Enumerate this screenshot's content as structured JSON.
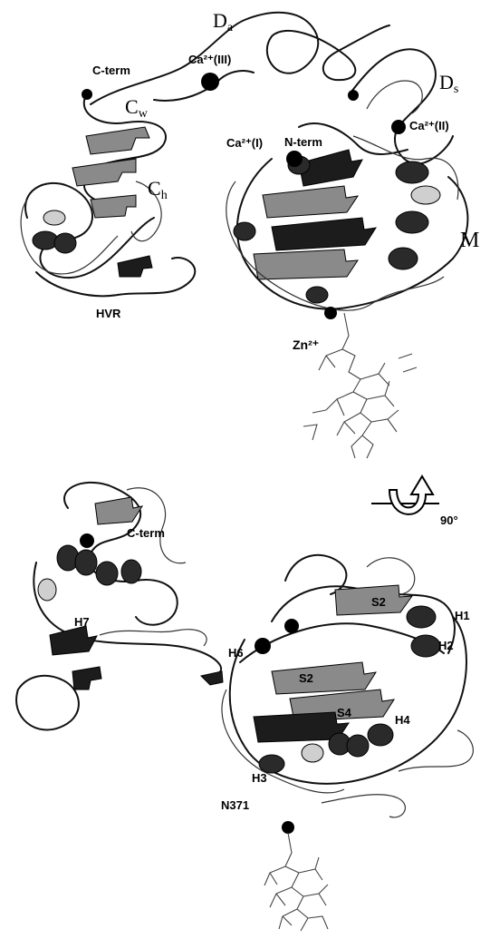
{
  "top_panel": {
    "labels": {
      "d_a": "D",
      "d_a_sub": "a",
      "d_s": "D",
      "d_s_sub": "s",
      "ca3": "Ca²⁺(III)",
      "ca2": "Ca²⁺(II)",
      "ca1": "Ca²⁺(I)",
      "c_term": "C-term",
      "n_term": "N-term",
      "c_w": "C",
      "c_w_sub": "w",
      "c_h": "C",
      "c_h_sub": "h",
      "m": "M",
      "hvr": "HVR",
      "zn": "Zn²⁺"
    }
  },
  "rotation": {
    "label": "90°"
  },
  "bottom_panel": {
    "labels": {
      "c_term": "C-term",
      "h7": "H7",
      "h6": "H6",
      "h1": "H1",
      "h2": "H2",
      "h4": "H4",
      "s2": "S2",
      "s2b": "S2",
      "s4": "S4",
      "h3": "H3",
      "n371": "N371"
    }
  }
}
